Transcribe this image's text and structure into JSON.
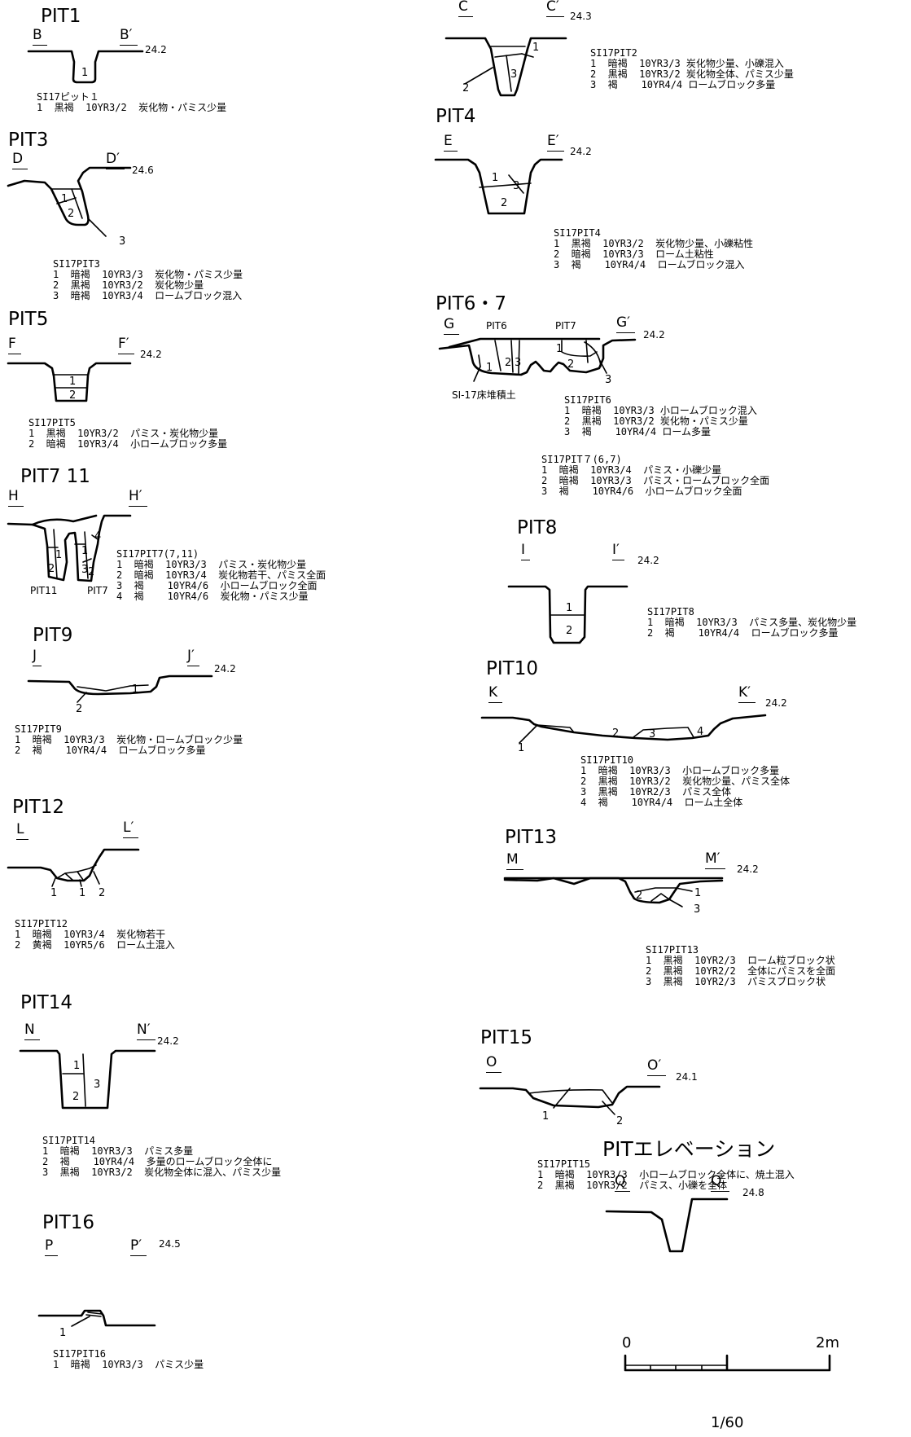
{
  "scale": {
    "zero": "0",
    "max": "2m",
    "ratio": "1/60"
  },
  "panels": {
    "pit1": {
      "title": "PIT1",
      "left": "B",
      "right": "B′",
      "elev": "24.2",
      "lines": [
        "SI17ピット１",
        "1  黒褐  10YR3/2  炭化物・パミス少量"
      ]
    },
    "pit2": {
      "left": "C",
      "right": "C′",
      "elev": "24.3",
      "lines": [
        "SI17PIT2",
        "1  暗褐  10YR3/3 炭化物少量、小礫混入",
        "2  黒褐  10YR3/2 炭化物全体、パミス少量",
        "3  褐    10YR4/4 ロームブロック多量"
      ]
    },
    "pit3": {
      "title": "PIT3",
      "left": "D",
      "right": "D′",
      "elev": "24.6",
      "lines": [
        "SI17PIT3",
        "1  暗褐  10YR3/3  炭化物・パミス少量",
        "2  黒褐  10YR3/2  炭化物少量",
        "3  暗褐  10YR3/4  ロームブロック混入"
      ]
    },
    "pit4": {
      "title": "PIT4",
      "left": "E",
      "right": "E′",
      "elev": "24.2",
      "lines": [
        "SI17PIT4",
        "1  黒褐  10YR3/2  炭化物少量、小礫粘性",
        "2  暗褐  10YR3/3  ローム土粘性",
        "3  褐    10YR4/4  ロームブロック混入"
      ]
    },
    "pit5": {
      "title": "PIT5",
      "left": "F",
      "right": "F′",
      "elev": "24.2",
      "lines": [
        "SI17PIT5",
        "1  黒褐  10YR3/2  パミス・炭化物少量",
        "2  暗褐  10YR3/4  小ロームブロック多量"
      ]
    },
    "pit67": {
      "title": "PIT6・7",
      "left": "G",
      "right": "G′",
      "elev": "24.2",
      "sub_left": "PIT6",
      "sub_right": "PIT7",
      "note": "SI-17床堆積土",
      "lines6": [
        "SI17PIT6",
        "1  暗褐  10YR3/3 小ロームブロック混入",
        "2  黒褐  10YR3/2 炭化物・パミス少量",
        "3  褐    10YR4/4 ローム多量"
      ],
      "lines7": [
        "SI17PIT７(6,7)",
        "1  暗褐  10YR3/4  パミス・小礫少量",
        "2  暗褐  10YR3/3  パミス・ロームブロック全面",
        "3  褐    10YR4/6  小ロームブロック全面"
      ]
    },
    "pit711": {
      "title": "PIT7 11",
      "left": "H",
      "right": "H′",
      "sub_left": "PIT11",
      "sub_right": "PIT7",
      "lines": [
        "SI17PIT7(7,11)",
        "1  暗褐  10YR3/3  パミス・炭化物少量",
        "2  暗褐  10YR3/4  炭化物若干、パミス全面",
        "3  褐    10YR4/6  小ロームブロック全面",
        "4  褐    10YR4/6  炭化物・パミス少量"
      ]
    },
    "pit8": {
      "title": "PIT8",
      "left": "I",
      "right": "I′",
      "elev": "24.2",
      "lines": [
        "SI17PIT8",
        "1  暗褐  10YR3/3  パミス多量、炭化物少量",
        "2  褐    10YR4/4  ロームブロック多量"
      ]
    },
    "pit9": {
      "title": "PIT9",
      "left": "J",
      "right": "J′",
      "elev": "24.2",
      "lines": [
        "SI17PIT9",
        "1  暗褐  10YR3/3  炭化物・ロームブロック少量",
        "2  褐    10YR4/4  ロームブロック多量"
      ]
    },
    "pit10": {
      "title": "PIT10",
      "left": "K",
      "right": "K′",
      "elev": "24.2",
      "lines": [
        "SI17PIT10",
        "1  暗褐  10YR3/3  小ロームブロック多量",
        "2  黒褐  10YR3/2  炭化物少量、パミス全体",
        "3  黒褐  10YR2/3  パミス全体",
        "4  褐    10YR4/4  ローム土全体"
      ]
    },
    "pit12": {
      "title": "PIT12",
      "left": "L",
      "right": "L′",
      "lines": [
        "SI17PIT12",
        "1  暗褐  10YR3/4  炭化物若干",
        "2  黄褐  10YR5/6  ローム土混入"
      ]
    },
    "pit13": {
      "title": "PIT13",
      "left": "M",
      "right": "M′",
      "elev": "24.2",
      "lines": [
        "SI17PIT13",
        "1  黒褐  10YR2/3  ローム粒ブロック状",
        "2  黒褐  10YR2/2  全体にパミスを全面",
        "3  黒褐  10YR2/3  パミスブロック状"
      ]
    },
    "pit14": {
      "title": "PIT14",
      "left": "N",
      "right": "N′",
      "elev": "24.2",
      "lines": [
        "SI17PIT14",
        "1  暗褐  10YR3/3  パミス多量",
        "2  褐    10YR4/4  多量のロームブロック全体に",
        "3  黒褐  10YR3/2  炭化物全体に混入、パミス少量"
      ]
    },
    "pit15": {
      "title": "PIT15",
      "left": "O",
      "right": "O′",
      "elev": "24.1",
      "lines": [
        "SI17PIT15",
        "1  暗褐  10YR3/3  小ロームブロック全体に、焼土混入",
        "2  黒褐  10YR3/2  パミス、小礫を全体"
      ]
    },
    "pit16": {
      "title": "PIT16",
      "left": "P",
      "right": "P′",
      "elev": "24.5",
      "lines": [
        "SI17PIT16",
        "1  暗褐  10YR3/3  パミス少量"
      ]
    },
    "elevation": {
      "title": "PITエレベーション",
      "left": "Q",
      "right": "Q′",
      "elev": "24.8"
    }
  }
}
